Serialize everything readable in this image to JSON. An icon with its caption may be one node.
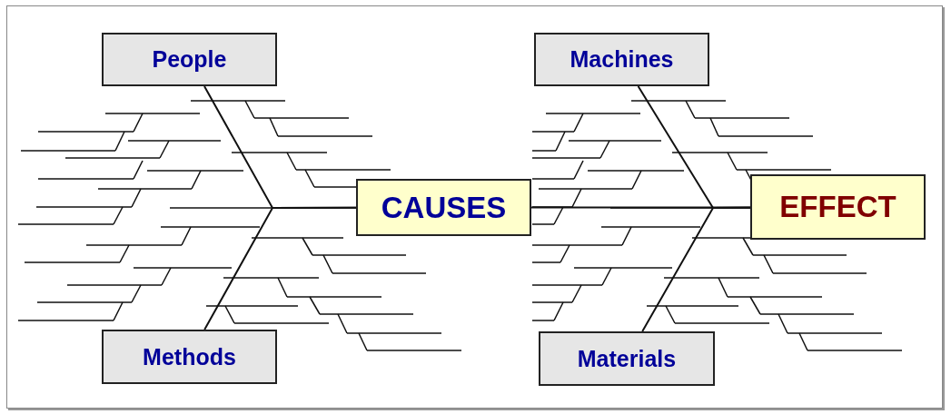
{
  "diagram": {
    "nodes": [
      {
        "text": [
          "People"
        ]
      },
      {
        "text": [
          "Machines"
        ]
      },
      {
        "text": [
          "CAUSES"
        ]
      },
      {
        "text": [
          "EFFECT"
        ]
      },
      {
        "text": [
          "Methods"
        ]
      },
      {
        "text": [
          "Materials"
        ]
      }
    ],
    "edges": [
      {
        "from": 0,
        "to": 2,
        "arrow": "none"
      },
      {
        "from": 4,
        "to": 2,
        "arrow": "none"
      },
      {
        "from": 2,
        "to": 3,
        "arrow": "none"
      },
      {
        "from": 1,
        "to": 3,
        "arrow": "none"
      },
      {
        "from": 5,
        "to": 3,
        "arrow": "none"
      }
    ]
  }
}
